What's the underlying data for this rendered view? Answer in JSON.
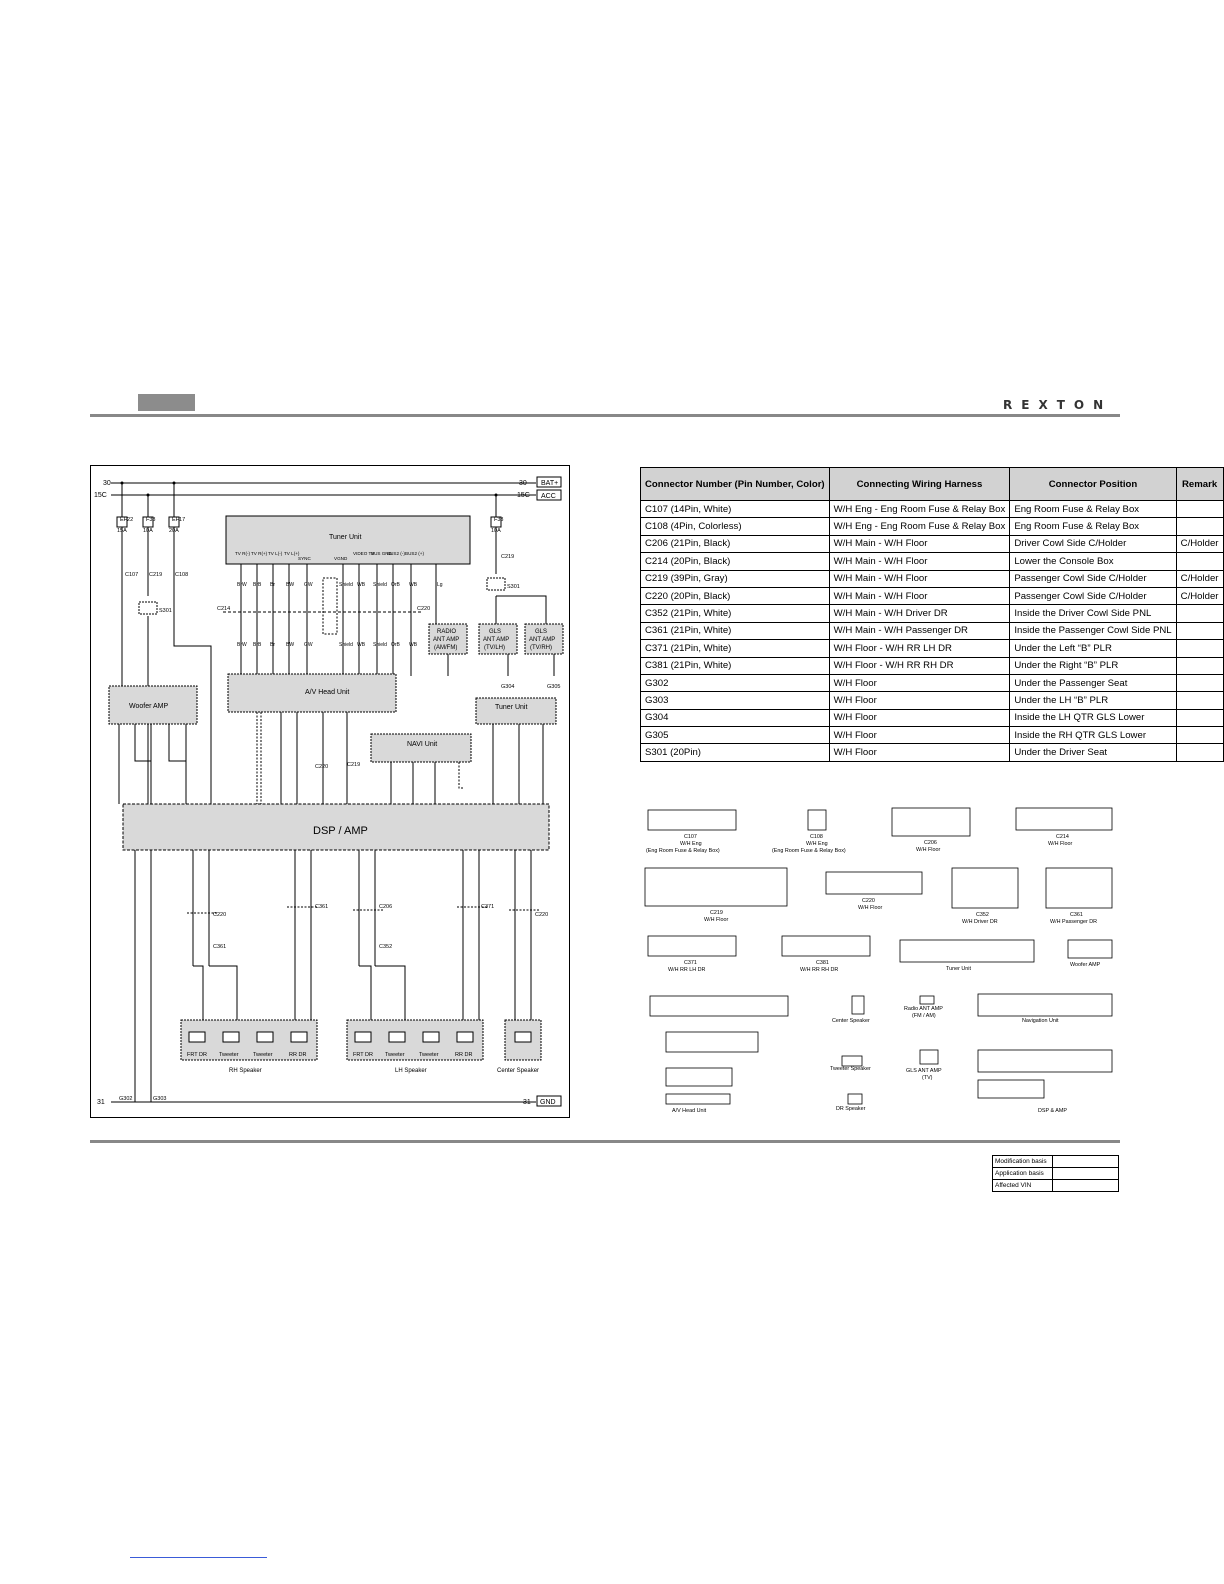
{
  "header": {
    "brand": "REXTON"
  },
  "diagram": {
    "rails": {
      "bat_num": "30",
      "bat_label": "BAT+",
      "acc_num": "15C",
      "acc_label": "ACC",
      "gnd_num": "31",
      "gnd_label": "GND"
    },
    "fuses": [
      {
        "name": "EF22",
        "amp": "15A"
      },
      {
        "name": "F38",
        "amp": "10A"
      },
      {
        "name": "EF17",
        "amp": "20A"
      },
      {
        "name": "F33",
        "amp": "10A"
      }
    ],
    "connectors_top": [
      "C107",
      "C219",
      "C108",
      "C219"
    ],
    "splices": [
      "S301",
      "S301"
    ],
    "units": {
      "tuner_top": "Tuner Unit",
      "woofer_amp": "Woofer AMP",
      "av_head": "A/V Head Unit",
      "navi": "NAVI Unit",
      "tuner_right": "Tuner Unit",
      "dsp_amp": "DSP / AMP",
      "radio_ant": [
        "RADIO",
        "ANT AMP",
        "(AM/FM)"
      ],
      "gls_lh": [
        "GLS",
        "ANT AMP",
        "(TV/LH)"
      ],
      "gls_rh": [
        "GLS",
        "ANT AMP",
        "(TV/RH)"
      ]
    },
    "tuner_pins": [
      "TV R(-)",
      "TV R(+)",
      "TV L(-)",
      "TV L(+)",
      "SYNC",
      "VGND",
      "VIDEO TV",
      "BUS GND",
      "BUS2 (-)",
      "BUS2 (+)"
    ],
    "wire_colors": [
      "BrW",
      "BrB",
      "Br",
      "BW",
      "GW",
      "Shield",
      "WB",
      "Shield",
      "OrB",
      "WB",
      "Lg"
    ],
    "inline_connectors": [
      "C214",
      "C220",
      "C220",
      "C219",
      "C220",
      "C361",
      "C206",
      "C371",
      "C220",
      "C361",
      "C352"
    ],
    "grounds": [
      "G304",
      "G305",
      "G302",
      "G303"
    ],
    "speakers": {
      "rh": {
        "label": "RH Speaker",
        "items": [
          "FRT DR",
          "Tweeter",
          "Tweeter",
          "RR DR"
        ]
      },
      "lh": {
        "label": "LH Speaker",
        "items": [
          "FRT DR",
          "Tweeter",
          "Tweeter",
          "RR DR"
        ]
      },
      "center": {
        "label": "Center Speaker"
      }
    }
  },
  "table": {
    "headers": [
      "Connector Number (Pin Number, Color)",
      "Connecting Wiring Harness",
      "Connector Position",
      "Remark"
    ],
    "rows": [
      [
        "C107 (14Pin, White)",
        "W/H Eng - Eng Room Fuse & Relay Box",
        "Eng Room Fuse & Relay Box",
        ""
      ],
      [
        "C108 (4Pin, Colorless)",
        "W/H Eng - Eng Room Fuse & Relay Box",
        "Eng Room Fuse & Relay Box",
        ""
      ],
      [
        "C206 (21Pin, Black)",
        "W/H Main - W/H Floor",
        "Driver Cowl Side C/Holder",
        "C/Holder"
      ],
      [
        "C214 (20Pin, Black)",
        "W/H Main - W/H Floor",
        "Lower the Console Box",
        ""
      ],
      [
        "C219 (39Pin, Gray)",
        "W/H Main - W/H Floor",
        "Passenger Cowl Side C/Holder",
        "C/Holder"
      ],
      [
        "C220 (20Pin, Black)",
        "W/H Main - W/H Floor",
        "Passenger Cowl Side C/Holder",
        "C/Holder"
      ],
      [
        "C352 (21Pin, White)",
        "W/H Main - W/H Driver DR",
        "Inside the Driver Cowl Side PNL",
        ""
      ],
      [
        "C361 (21Pin, White)",
        "W/H Main - W/H Passenger DR",
        "Inside the Passenger Cowl Side PNL",
        ""
      ],
      [
        "C371 (21Pin, White)",
        "W/H Floor - W/H RR LH DR",
        "Under the Left “B” PLR",
        ""
      ],
      [
        "C381 (21Pin, White)",
        "W/H Floor - W/H RR RH DR",
        "Under the Right “B” PLR",
        ""
      ],
      [
        "G302",
        "W/H Floor",
        "Under the Passenger Seat",
        ""
      ],
      [
        "G303",
        "W/H Floor",
        "Under the LH “B” PLR",
        ""
      ],
      [
        "G304",
        "W/H Floor",
        "Inside the LH QTR GLS Lower",
        ""
      ],
      [
        "G305",
        "W/H Floor",
        "Inside the RH QTR GLS Lower",
        ""
      ],
      [
        "S301 (20Pin)",
        "W/H Floor",
        "Under the Driver Seat",
        ""
      ]
    ]
  },
  "connector_views": {
    "c107": [
      "C107",
      "W/H Eng",
      "(Eng Room Fuse & Relay Box)"
    ],
    "c108": [
      "C108",
      "W/H Eng",
      "(Eng Room Fuse & Relay Box)"
    ],
    "c206": [
      "C206",
      "W/H Floor"
    ],
    "c214": [
      "C214",
      "W/H Floor"
    ],
    "c219": [
      "C219",
      "W/H Floor"
    ],
    "c220": [
      "C220",
      "W/H Floor"
    ],
    "c352": [
      "C352",
      "W/H Driver DR"
    ],
    "c361": [
      "C361",
      "W/H Passenger DR"
    ],
    "c371": [
      "C371",
      "W/H RR LH DR"
    ],
    "c381": [
      "C381",
      "W/H RR RH DR"
    ],
    "tuner": "Tuner Unit",
    "woofer": "Woofer AMP",
    "center": "Center Speaker",
    "radio": [
      "Radio ANT AMP",
      "(FM / AM)"
    ],
    "navi": "Navigation Unit",
    "tweeter": "Tweeter Speaker",
    "gls": [
      "GLS ANT AMP",
      "(TV)"
    ],
    "dr": "DR Speaker",
    "av": "A/V Head Unit",
    "dsp": "DSP & AMP"
  },
  "modification": {
    "labels": [
      "Modification basis",
      "Application basis",
      "Affected VIN"
    ],
    "values": [
      "",
      "",
      ""
    ]
  }
}
